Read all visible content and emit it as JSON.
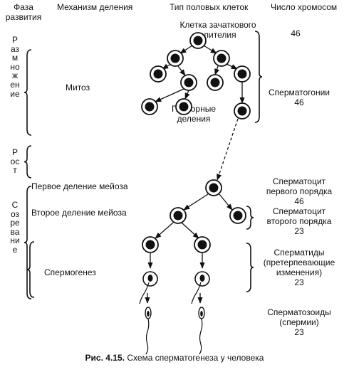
{
  "headers": {
    "phase": "Фаза\nразвития",
    "mechanism": "Механизм деления",
    "cell_type": "Тип половых клеток",
    "chromosomes": "Число хромосом"
  },
  "phases": {
    "reproduction": "Размножение",
    "growth": "Рост",
    "maturation": "Созревание"
  },
  "mechanisms": {
    "mitosis": "Митоз",
    "meiosis1": "Первое деление мейоза",
    "meiosis2": "Второе деление мейоза",
    "spermiogenesis": "Спермогенез"
  },
  "labels": {
    "germ_cell": "Клетка зачаткового\nэпителия",
    "repeated_divisions": "Повторные\nделения"
  },
  "cell_types": {
    "spermatogonia": "Сперматогонии",
    "spermatocyte1": "Сперматоцит\nпервого порядка",
    "spermatocyte2": "Сперматоцит\nвторого порядка",
    "spermatids": "Сперматиды\n(претерпевающие\nизменения)",
    "spermatozoa": "Сперматозоиды\n(спермии)"
  },
  "chromosome_counts": {
    "germ_cell": "46",
    "spermatogonia": "46",
    "spermatocyte1": "46",
    "spermatocyte2": "23",
    "spermatids": "23",
    "spermatozoa": "23"
  },
  "caption": {
    "number": "Рис. 4.15.",
    "text": "Схема сперматогенеза у человека"
  }
}
